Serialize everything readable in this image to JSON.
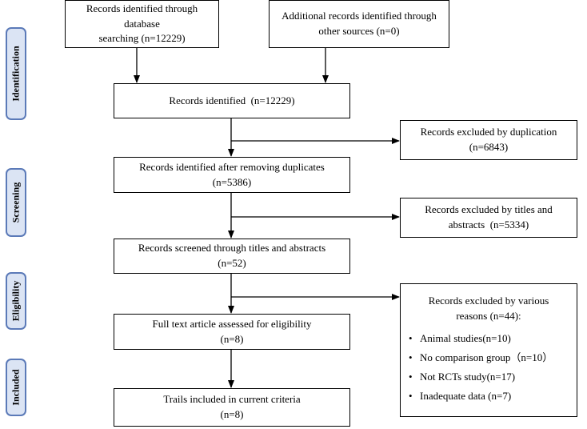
{
  "phases": [
    "Identification",
    "Screening",
    "Eligibility",
    "Included"
  ],
  "boxes": {
    "db_search": [
      "Records identified through database",
      "searching (n=12229)"
    ],
    "other_sources": [
      "Additional records identified through",
      "other sources (n=0)"
    ],
    "identified": [
      "Records identified  (n=12229)"
    ],
    "after_dup": [
      "Records identified after removing duplicates",
      "(n=5386)"
    ],
    "screened": [
      "Records screened through titles and abstracts",
      "(n=52)"
    ],
    "fulltext": [
      "Full text article assessed for eligibility",
      "(n=8)"
    ],
    "included": [
      "Trails included in current criteria",
      "(n=8)"
    ],
    "excl_dup": [
      "Records excluded by duplication",
      "(n=6843)"
    ],
    "excl_titles": [
      "Records excluded by titles and",
      "abstracts  (n=5334)"
    ]
  },
  "excl_various": {
    "head": [
      "Records excluded by various",
      "reasons (n=44):"
    ],
    "items": [
      "Animal studies(n=10)",
      "No comparison group（n=10）",
      "Not RCTs study(n=17)",
      "Inadequate data (n=7)"
    ]
  }
}
